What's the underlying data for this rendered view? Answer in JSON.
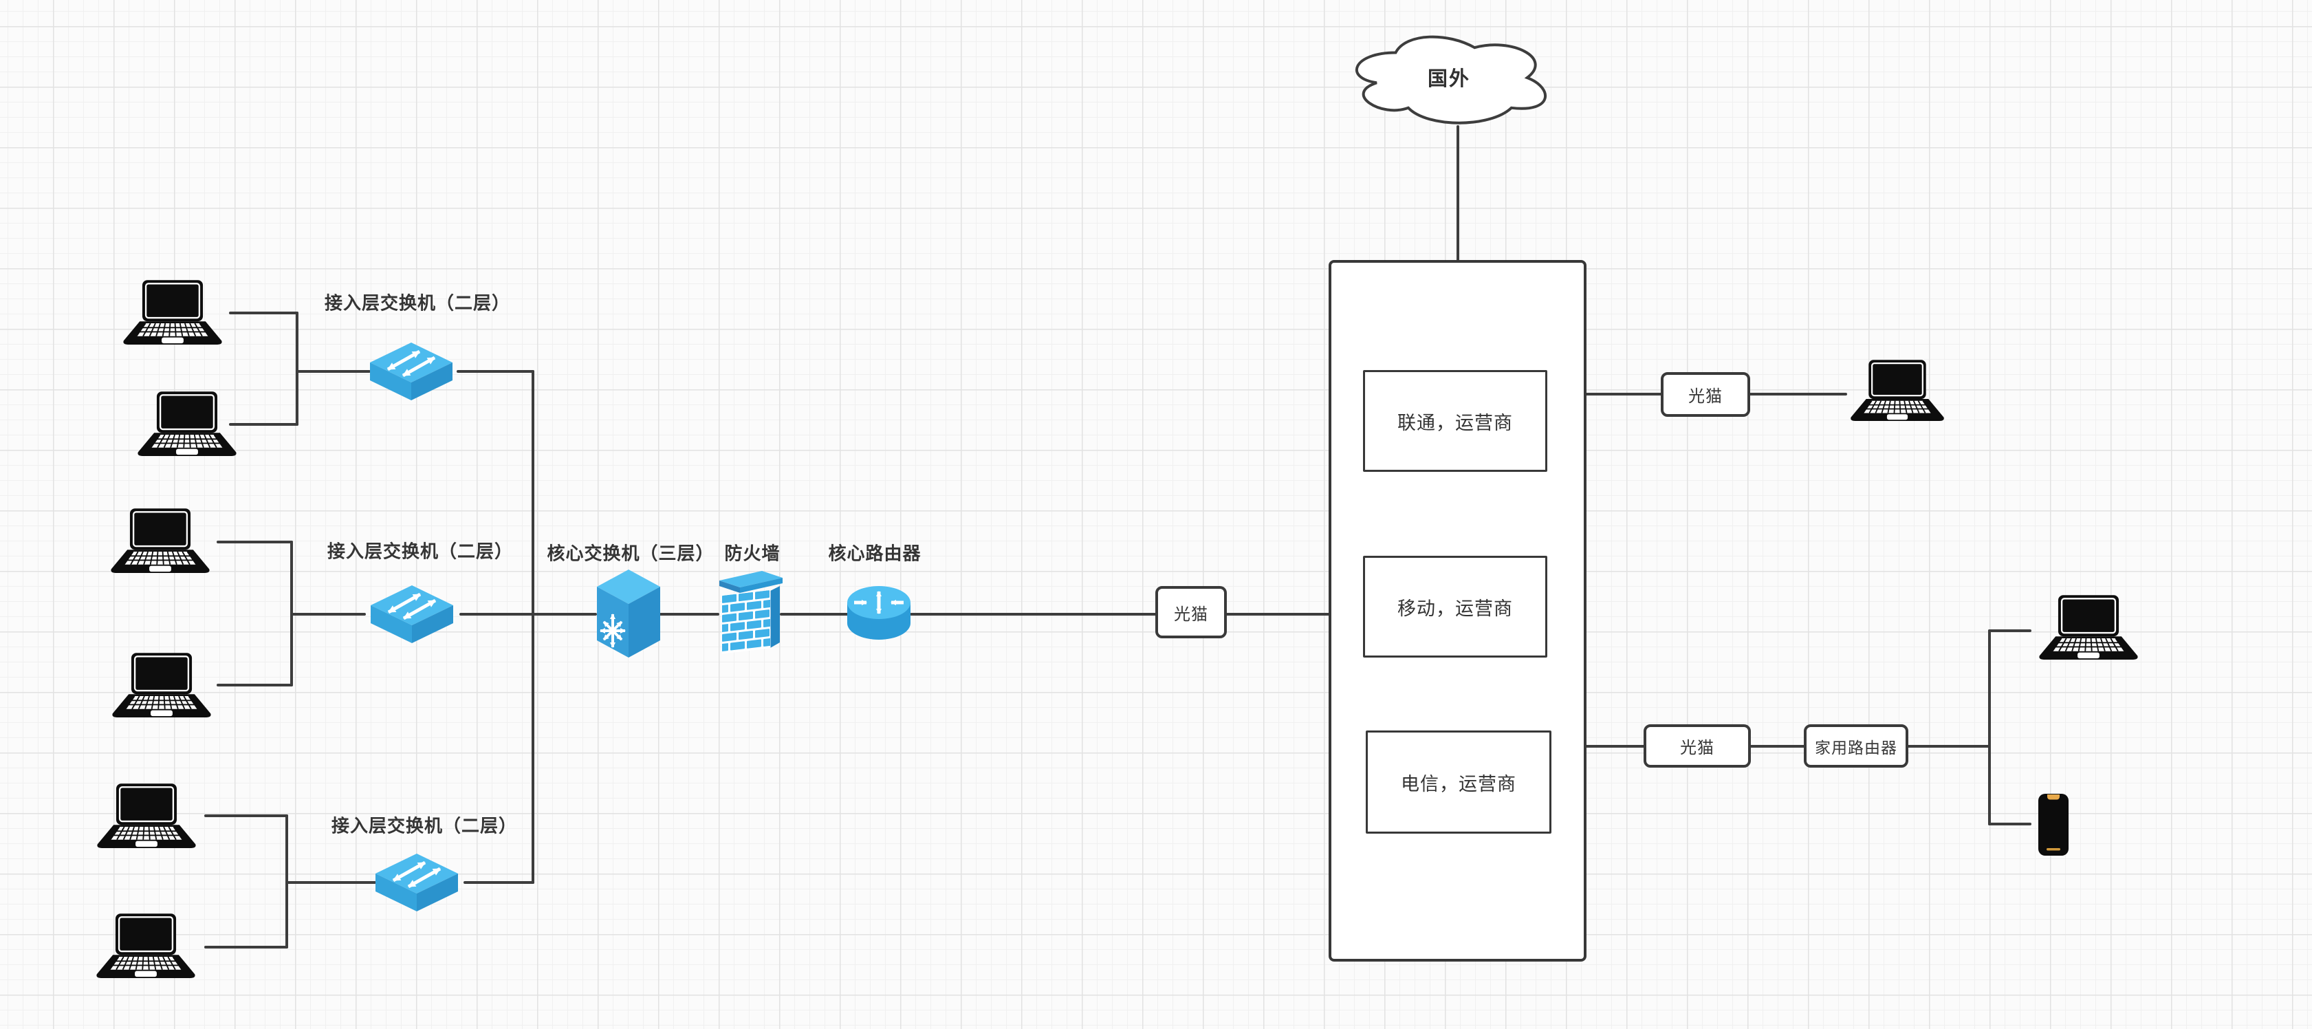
{
  "canvas": {
    "background": "#fbfbfb",
    "grid_minor_color": "#f0f0f0",
    "grid_major_color": "#e2e2e2",
    "line_color": "#3d3d3d"
  },
  "colors": {
    "device_blue_top": "#4cbbee",
    "device_blue_mid": "#35a4dc",
    "device_blue_dark": "#2b93cd",
    "brick_blue": "#3fb1e8",
    "phone_accent": "#e8a94a",
    "shape_fill": "#ffffff",
    "text": "#383838"
  },
  "icons": {
    "laptop": "black laptop computer",
    "phone": "black smartphone with orange notch and home bar",
    "l2_switch": "blue isometric layer-2 switch with double arrows",
    "l3_switch": "blue isometric cube switch with arrow starburst",
    "firewall": "blue brick wall with cap slab",
    "router": "blue cylinder router with four arrows",
    "cloud": "white cloud outline"
  },
  "cloud": {
    "label": "国外"
  },
  "access_layer": {
    "groups": [
      {
        "label": "接入层交换机（二层）"
      },
      {
        "label": "接入层交换机（二层）"
      },
      {
        "label": "接入层交换机（二层）"
      }
    ]
  },
  "core": {
    "switch_label": "核心交换机（三层）",
    "firewall_label": "防火墙",
    "router_label": "核心路由器",
    "modem_label": "光猫"
  },
  "carriers": {
    "items": [
      {
        "label": "联通，运营商"
      },
      {
        "label": "移动，运营商"
      },
      {
        "label": "电信，运营商"
      }
    ]
  },
  "home_top": {
    "modem_label": "光猫"
  },
  "home_bottom": {
    "modem_label": "光猫",
    "router_label": "家用路由器"
  }
}
